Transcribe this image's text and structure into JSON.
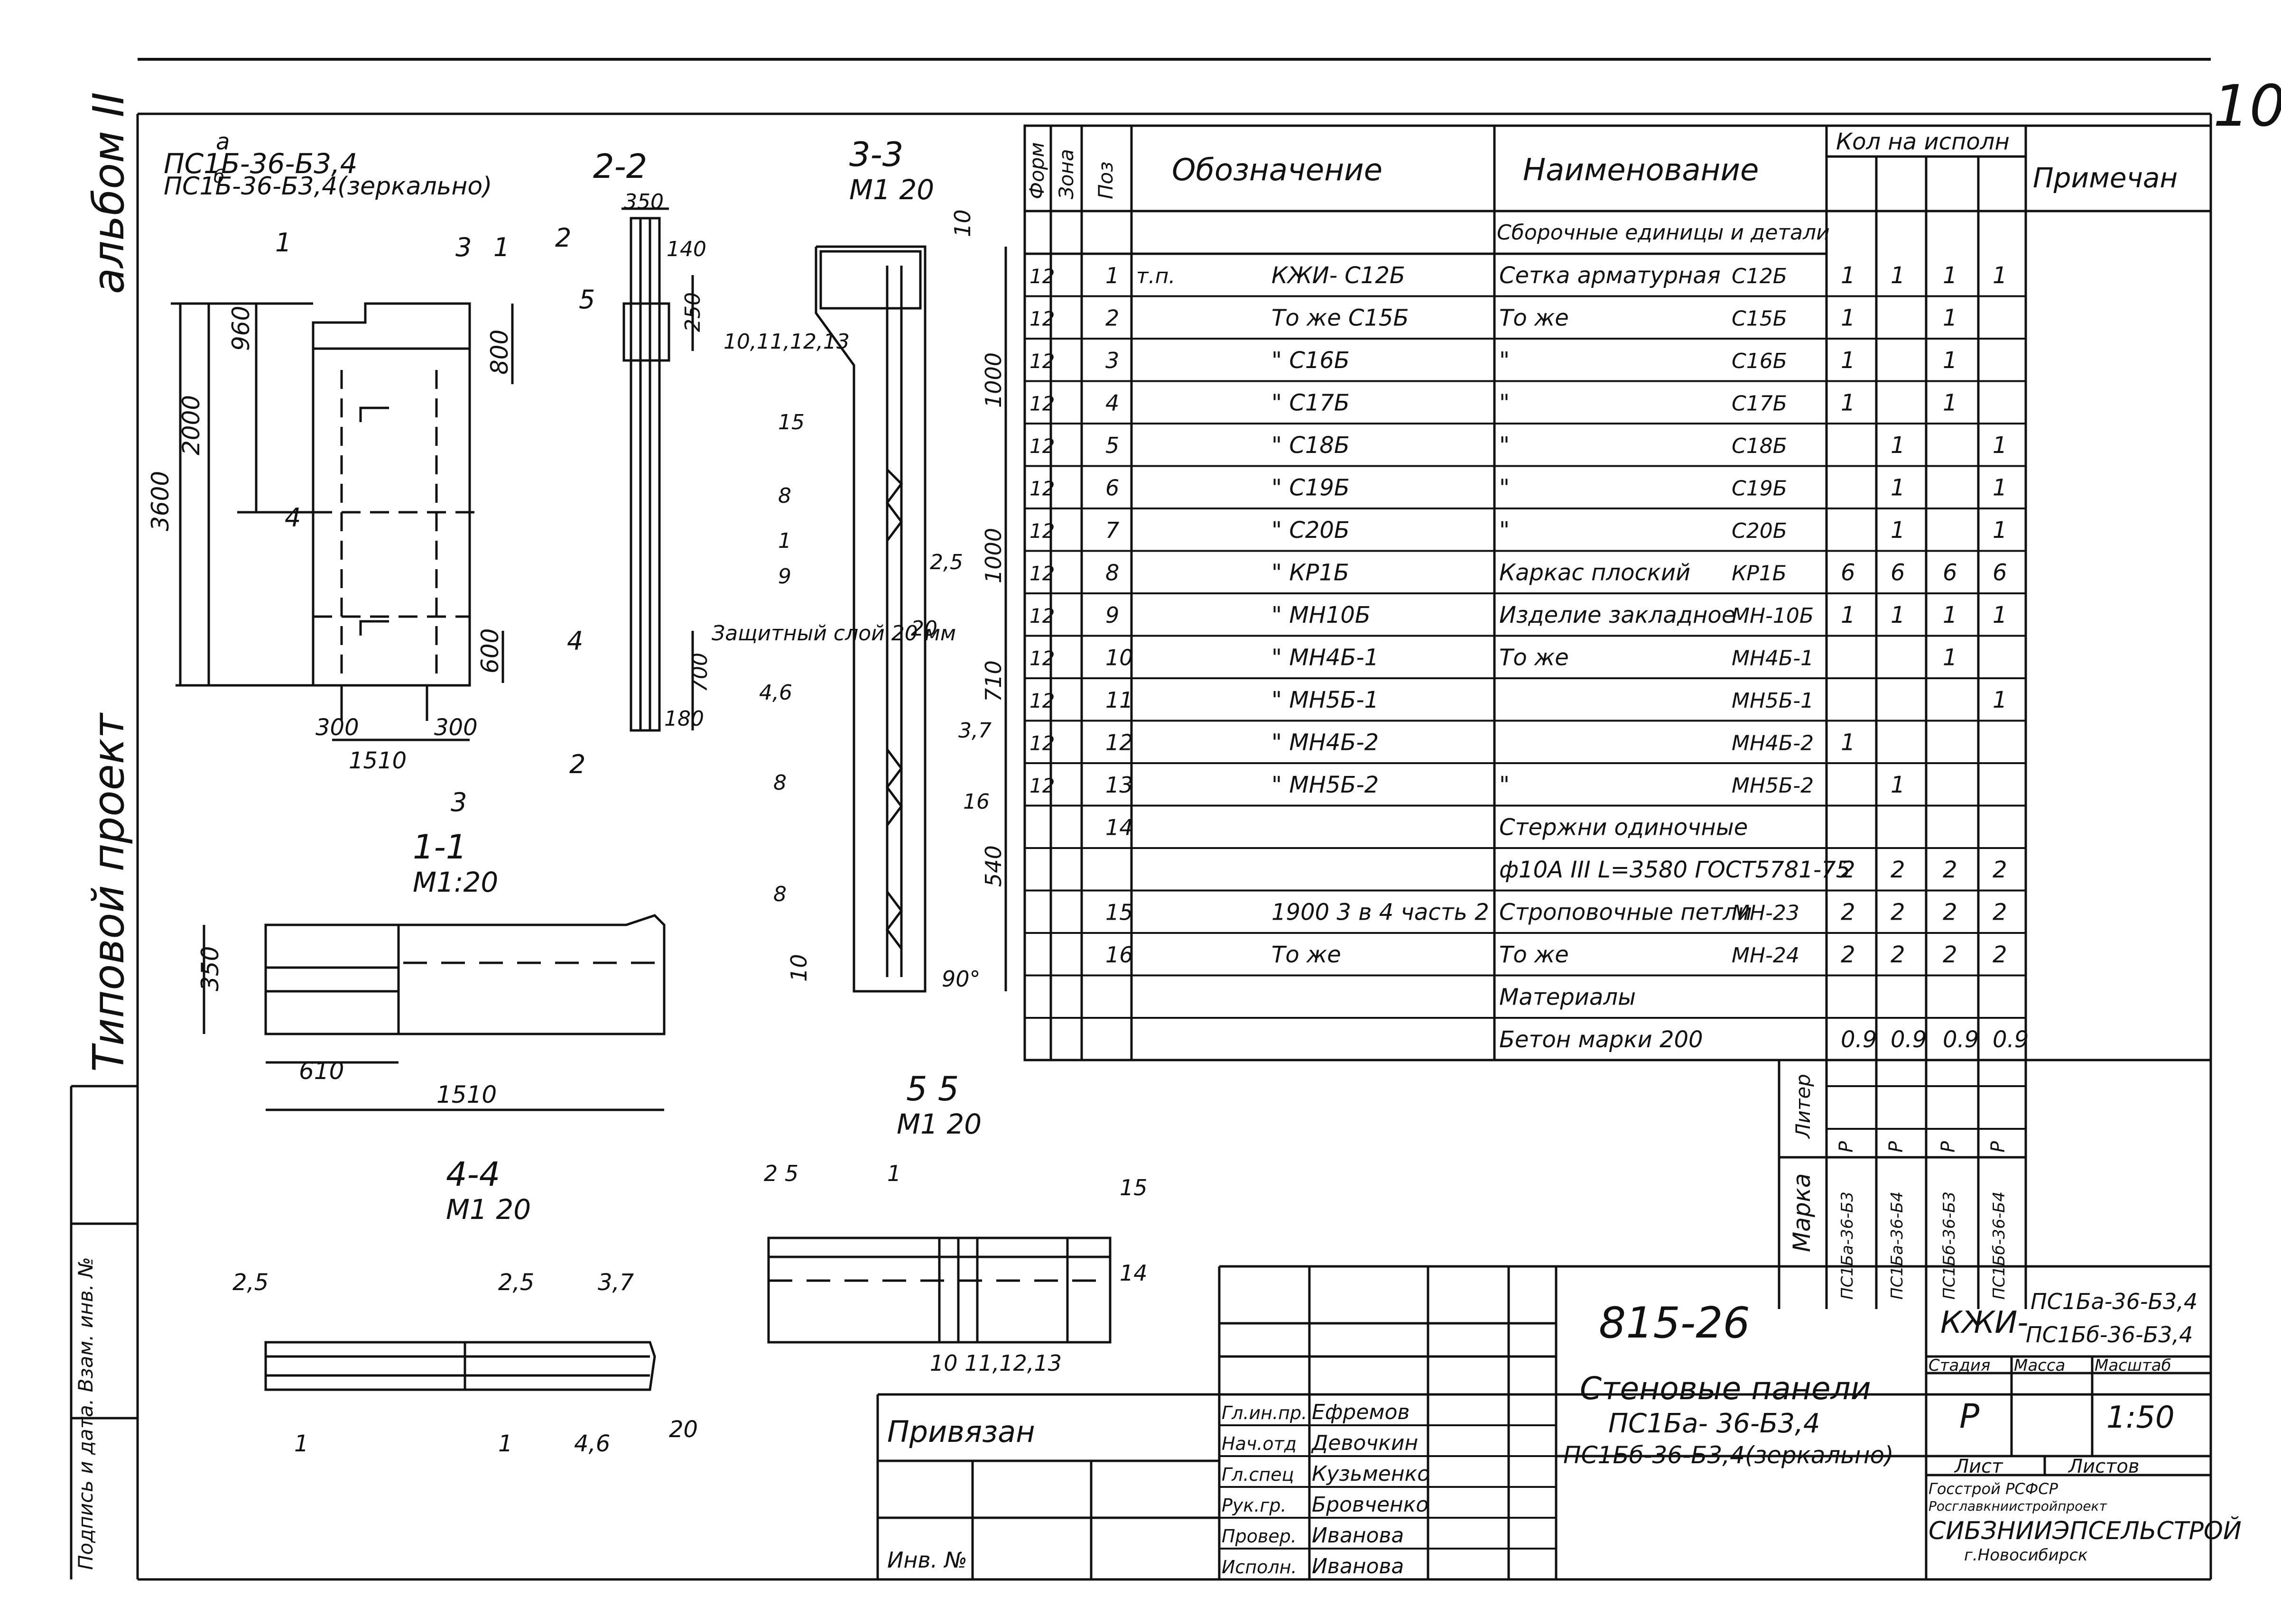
{
  "sheet_number": "10",
  "margin_left": {
    "album": "альбом II",
    "project_type": "Типовой проект",
    "signature_note": "Подпись и дата. Взам. инв. №"
  },
  "panel_views": {
    "title_line1": "ПС1Б-36-Б3,4",
    "title_line1_sup": "а",
    "title_line2": "ПС1Б-36-Б3,4(зеркально)",
    "title_line2_sup": "б",
    "dims": [
      "3600",
      "2000",
      "960",
      "800",
      "600",
      "300",
      "300",
      "1510"
    ],
    "cut_marks": [
      "1",
      "2",
      "3",
      "4",
      "5"
    ]
  },
  "section_2_2": {
    "title": "2-2",
    "dims": [
      "350",
      "140",
      "250",
      "700",
      "180"
    ],
    "note": "Защитный слой 20 мм"
  },
  "section_3_3": {
    "title": "3-3",
    "scale": "М1 20",
    "dims": [
      "10",
      "1000",
      "1000",
      "710",
      "540",
      "10",
      "90°"
    ],
    "callouts": [
      "10,11,12,13",
      "15",
      "8",
      "1",
      "2,5",
      "9",
      "20",
      "4,6",
      "3,7",
      "16",
      "8",
      "8"
    ]
  },
  "section_1_1": {
    "title": "1-1",
    "scale": "М1:20",
    "dims": [
      "350",
      "610",
      "1510"
    ]
  },
  "section_4_4": {
    "title": "4-4",
    "scale": "М1 20",
    "callouts": [
      "2,5",
      "2,5",
      "3,7",
      "1",
      "1",
      "4,6",
      "20"
    ]
  },
  "section_5_5": {
    "title": "5 5",
    "scale": "М1 20",
    "callouts": [
      "2 5",
      "1",
      "15",
      "14",
      "10 11,12,13"
    ]
  },
  "spec_table": {
    "headers": {
      "format": "Форм",
      "zone": "Зона",
      "pos": "Поз",
      "designation": "Обозначение",
      "name": "Наименование",
      "qty": "Кол на исполн",
      "note": "Примечан"
    },
    "section_header": "Сборочные единицы и детали",
    "rows": [
      {
        "format": "12",
        "pos": "1",
        "des_prefix": "т.п.",
        "des": "КЖИ- С12Б",
        "name": "Сетка арматурная",
        "name_code": "С12Б",
        "q": [
          "1",
          "1",
          "1",
          "1"
        ]
      },
      {
        "format": "12",
        "pos": "2",
        "des_prefix": "",
        "des": "То же      С15Б",
        "name": "То же",
        "name_code": "С15Б",
        "q": [
          "1",
          "",
          "1",
          ""
        ]
      },
      {
        "format": "12",
        "pos": "3",
        "des_prefix": "",
        "des": "\"   С16Б",
        "name": "\"",
        "name_code": "С16Б",
        "q": [
          "1",
          "",
          "1",
          ""
        ]
      },
      {
        "format": "12",
        "pos": "4",
        "des_prefix": "",
        "des": "\"   С17Б",
        "name": "\"",
        "name_code": "С17Б",
        "q": [
          "1",
          "",
          "1",
          ""
        ]
      },
      {
        "format": "12",
        "pos": "5",
        "des_prefix": "",
        "des": "\"   С18Б",
        "name": "\"",
        "name_code": "С18Б",
        "q": [
          "",
          "1",
          "",
          "1"
        ]
      },
      {
        "format": "12",
        "pos": "6",
        "des_prefix": "",
        "des": "\"   С19Б",
        "name": "\"",
        "name_code": "С19Б",
        "q": [
          "",
          "1",
          "",
          "1"
        ]
      },
      {
        "format": "12",
        "pos": "7",
        "des_prefix": "",
        "des": "\"   С20Б",
        "name": "\"",
        "name_code": "С20Б",
        "q": [
          "",
          "1",
          "",
          "1"
        ]
      },
      {
        "format": "12",
        "pos": "8",
        "des_prefix": "",
        "des": "\"   КР1Б",
        "name": "Каркас плоский",
        "name_code": "КР1Б",
        "q": [
          "6",
          "6",
          "6",
          "6"
        ]
      },
      {
        "format": "12",
        "pos": "9",
        "des_prefix": "",
        "des": "\"   МН10Б",
        "name": "Изделие закладное",
        "name_code": "МН-10Б",
        "q": [
          "1",
          "1",
          "1",
          "1"
        ]
      },
      {
        "format": "12",
        "pos": "10",
        "des_prefix": "",
        "des": "\"   МН4Б-1",
        "name": "То же",
        "name_code": "МН4Б-1",
        "q": [
          "",
          "",
          "1",
          ""
        ]
      },
      {
        "format": "12",
        "pos": "11",
        "des_prefix": "",
        "des": "\"   МН5Б-1",
        "name": "",
        "name_code": "МН5Б-1",
        "q": [
          "",
          "",
          "",
          "1"
        ]
      },
      {
        "format": "12",
        "pos": "12",
        "des_prefix": "",
        "des": "\"   МН4Б-2",
        "name": "",
        "name_code": "МН4Б-2",
        "q": [
          "1",
          "",
          "",
          ""
        ]
      },
      {
        "format": "12",
        "pos": "13",
        "des_prefix": "",
        "des": "\"   МН5Б-2",
        "name": "\"",
        "name_code": "МН5Б-2",
        "q": [
          "",
          "1",
          "",
          ""
        ]
      },
      {
        "format": "",
        "pos": "14",
        "des_prefix": "",
        "des": "",
        "name": "Стержни одиночные",
        "name_code": "",
        "q": [
          "",
          "",
          "",
          ""
        ]
      },
      {
        "format": "",
        "pos": "",
        "des_prefix": "",
        "des": "",
        "name": "ф10А III L=3580 ГОСТ5781-75",
        "name_code": "",
        "q": [
          "2",
          "2",
          "2",
          "2"
        ]
      },
      {
        "format": "",
        "pos": "15",
        "des_prefix": "",
        "des": "1900 3 в 4 часть 2",
        "name": "Строповочные петли",
        "name_code": "МН-23",
        "q": [
          "2",
          "2",
          "2",
          "2"
        ]
      },
      {
        "format": "",
        "pos": "16",
        "des_prefix": "",
        "des": "То же",
        "name": "То же",
        "name_code": "МН-24",
        "q": [
          "2",
          "2",
          "2",
          "2"
        ]
      },
      {
        "format": "",
        "pos": "",
        "des_prefix": "",
        "des": "",
        "name": "Материалы",
        "name_code": "",
        "q": [
          "",
          "",
          "",
          ""
        ]
      },
      {
        "format": "",
        "pos": "",
        "des_prefix": "",
        "des": "",
        "name": "Бетон марки 200",
        "name_code": "",
        "q": [
          "0.9",
          "0.9",
          "0.9",
          "0.9"
        ]
      }
    ],
    "liter_label": "Литер",
    "mark_label": "Марка",
    "liter_values": [
      "Р",
      "Р",
      "Р",
      "Р"
    ],
    "marks": [
      "ПС1Ба-36-Б3",
      "ПС1Ба-36-Б4",
      "ПС1Бб-36-Б3",
      "ПС1Бб-36-Б4"
    ]
  },
  "title_block": {
    "project_number": "815-26",
    "code_prefix": "КЖИ-",
    "code_line1": "ПС1Бa-36-Б3,4",
    "code_line2": "ПС1Бб-36-Б3,4",
    "title_line1": "Стеновые панели",
    "title_line2": "ПС1Бa- 36-Б3,4",
    "title_line3": "ПС1Бб-36-Б3,4(зеркально)",
    "stage_label": "Стадия",
    "mass_label": "Масса",
    "scale_label": "Масштаб",
    "stage_value": "Р",
    "scale_value": "1:50",
    "sheet_label": "Лист",
    "sheets_label": "Листов",
    "org_line1": "Госстрой      РСФСР",
    "org_line2": "Росглавкниистройпроект",
    "org_line3": "СИБЗНИИЭПСЕЛЬСТРОЙ",
    "org_line4": "г.Новосибирск",
    "tied_label": "Привязан",
    "inv_label": "Инв. №",
    "staff": [
      {
        "role": "Гл.ин.пр.",
        "name": "Ефремов"
      },
      {
        "role": "Нач.отд",
        "name": "Девочкин"
      },
      {
        "role": "Гл.спец",
        "name": "Кузьменко"
      },
      {
        "role": "Рук.гр.",
        "name": "Бровченко"
      },
      {
        "role": "Провер.",
        "name": "Иванова"
      },
      {
        "role": "Исполн.",
        "name": "Иванова"
      }
    ]
  }
}
